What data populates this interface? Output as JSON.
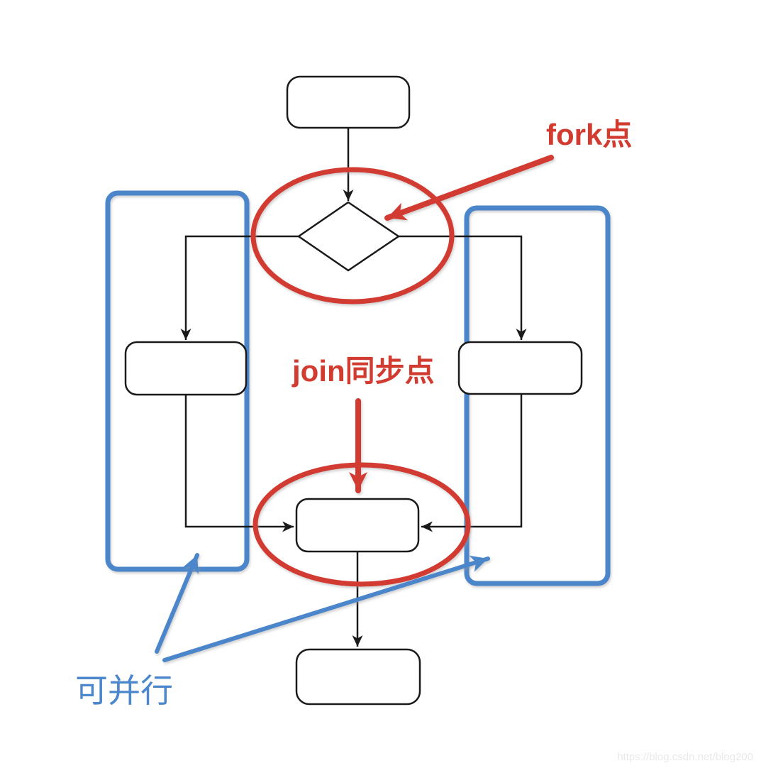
{
  "annotations": {
    "fork_label": "fork点",
    "join_label": "join同步点",
    "parallel_label": "可并行"
  },
  "watermark": "https://blog.csdn.net/blog200",
  "colors": {
    "annotation_red": "#d23b30",
    "annotation_blue": "#4c86cb",
    "flow_line": "#1a1a1a",
    "node_fill": "#ffffff",
    "background": "#ffffff"
  },
  "diagram": {
    "type": "activity-flowchart",
    "nodes": [
      {
        "id": "start",
        "shape": "rounded-rect",
        "label": ""
      },
      {
        "id": "fork-decision",
        "shape": "diamond",
        "label": ""
      },
      {
        "id": "left-branch",
        "shape": "rounded-rect",
        "label": ""
      },
      {
        "id": "right-branch",
        "shape": "rounded-rect",
        "label": ""
      },
      {
        "id": "join",
        "shape": "rounded-rect",
        "label": ""
      },
      {
        "id": "end",
        "shape": "rounded-rect",
        "label": ""
      }
    ],
    "highlights": [
      {
        "id": "fork-point-circle",
        "shape": "ellipse",
        "color": "#d23b30",
        "callout": "fork点"
      },
      {
        "id": "join-point-circle",
        "shape": "ellipse",
        "color": "#d23b30",
        "callout": "join同步点"
      },
      {
        "id": "left-parallel-region",
        "shape": "rounded-rect",
        "color": "#4c86cb",
        "callout": "可并行"
      },
      {
        "id": "right-parallel-region",
        "shape": "rounded-rect",
        "color": "#4c86cb",
        "callout": "可并行"
      }
    ]
  }
}
